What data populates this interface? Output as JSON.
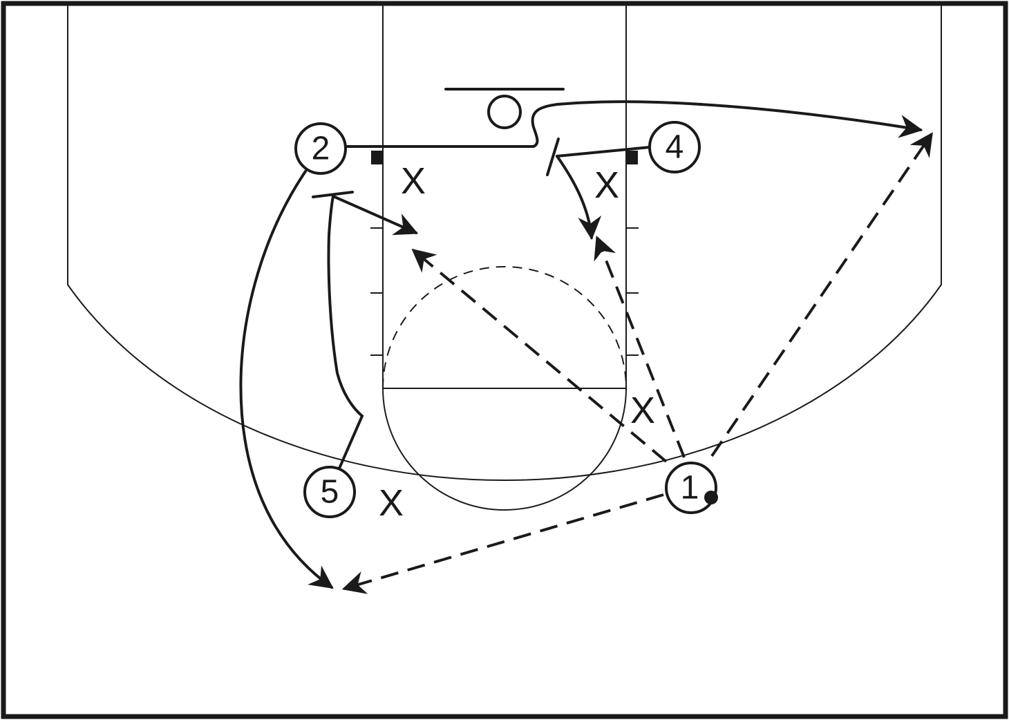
{
  "colors": {
    "ink": "#1a1a1a",
    "court": "#ffffff"
  },
  "players": [
    {
      "id": "1",
      "label": "1",
      "has_ball": true
    },
    {
      "id": "2",
      "label": "2",
      "has_ball": false
    },
    {
      "id": "4",
      "label": "4",
      "has_ball": false
    },
    {
      "id": "5",
      "label": "5",
      "has_ball": false
    }
  ],
  "defenders": [
    {
      "label": "X"
    },
    {
      "label": "X"
    },
    {
      "label": "X"
    },
    {
      "label": "X"
    }
  ]
}
